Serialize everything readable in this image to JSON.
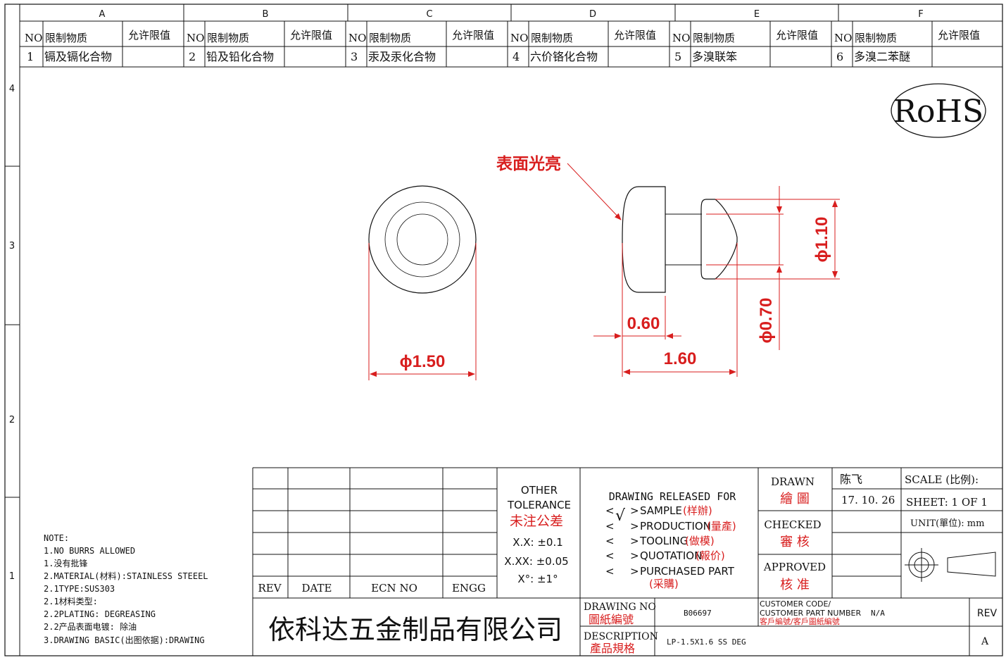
{
  "zones": {
    "columns": [
      "A",
      "B",
      "C",
      "D",
      "E",
      "F"
    ],
    "rows": [
      "4",
      "3",
      "2",
      "1"
    ]
  },
  "substances": {
    "headers": {
      "no": "NO",
      "substance": "限制物质",
      "limit": "允许限值"
    },
    "items": [
      {
        "no": "1",
        "name": "镉及镉化合物"
      },
      {
        "no": "2",
        "name": "铅及铅化合物"
      },
      {
        "no": "3",
        "name": "汞及汞化合物"
      },
      {
        "no": "4",
        "name": "六价铬化合物"
      },
      {
        "no": "5",
        "name": "多溴联笨"
      },
      {
        "no": "6",
        "name": "多溴二苯醚"
      }
    ]
  },
  "rohs": "RoHS",
  "drawing": {
    "surface_note": "表面光亮",
    "dims": {
      "head_diameter": "ϕ1.50",
      "tip_diameter": "ϕ1.10",
      "neck_diameter": "ϕ0.70",
      "head_thickness": "0.60",
      "total_length": "1.60"
    }
  },
  "notes": [
    "NOTE:",
    "1.NO BURRS ALLOWED",
    "1.没有批锋",
    "2.MATERIAL(材料):STAINLESS STEEEL",
    "2.1TYPE:SUS303",
    "2.1材料类型:",
    "2.2PLATING: DEGREASING",
    "2.2产品表面电镀: 除油",
    "3.DRAWING BASIC(出图依据):DRAWING"
  ],
  "revision_table": {
    "rev": "REV",
    "date": "DATE",
    "ecn": "ECN NO",
    "engg": "ENGG"
  },
  "tolerance": {
    "title1": "OTHER",
    "title2": "TOLERANCE",
    "title_cn": "未注公差",
    "xx": "X.X: ±0.1",
    "xxx": "X.XX: ±0.05",
    "deg": "X°: ±1°"
  },
  "release": {
    "title": "DRAWING RELEASED FOR",
    "options": [
      {
        "mark": "√",
        "label": "SAMPLE",
        "cn": "(样辦)"
      },
      {
        "mark": "",
        "label": "PRODUCTION",
        "cn": "(量產)"
      },
      {
        "mark": "",
        "label": "TOOLING",
        "cn": "(做模)"
      },
      {
        "mark": "",
        "label": "QUOTATION",
        "cn": "(報价)"
      },
      {
        "mark": "",
        "label": "PURCHASED PART",
        "cn": "(采購)"
      }
    ]
  },
  "signoff": {
    "drawn_label": "DRAWN",
    "drawn_cn": "繪 圖",
    "drawn_name": "陈飞",
    "drawn_date": "17. 10. 26",
    "checked_label": "CHECKED",
    "checked_cn": "審 核",
    "approved_label": "APPROVED",
    "approved_cn": "核 准"
  },
  "scale": {
    "label": "SCALE (比例):",
    "sheet": "SHEET:   1 OF 1",
    "unit": "UNIT(單位): mm"
  },
  "company": "依科达五金制品有限公司",
  "title_block": {
    "drawing_no_label": "DRAWING NO",
    "drawing_no_cn": "圖紙編號",
    "drawing_no": "B06697",
    "customer_label1": "CUSTOMER CODE/",
    "customer_label2": "CUSTOMER PART NUMBER",
    "customer_cn": "客戶編號/客戶圖紙編號",
    "customer_value": "N/A",
    "rev_label": "REV",
    "rev_value": "A",
    "description_label": "DESCRIPTION",
    "description_cn": "產品規格",
    "description": "LP-1.5X1.6 SS DEG"
  }
}
